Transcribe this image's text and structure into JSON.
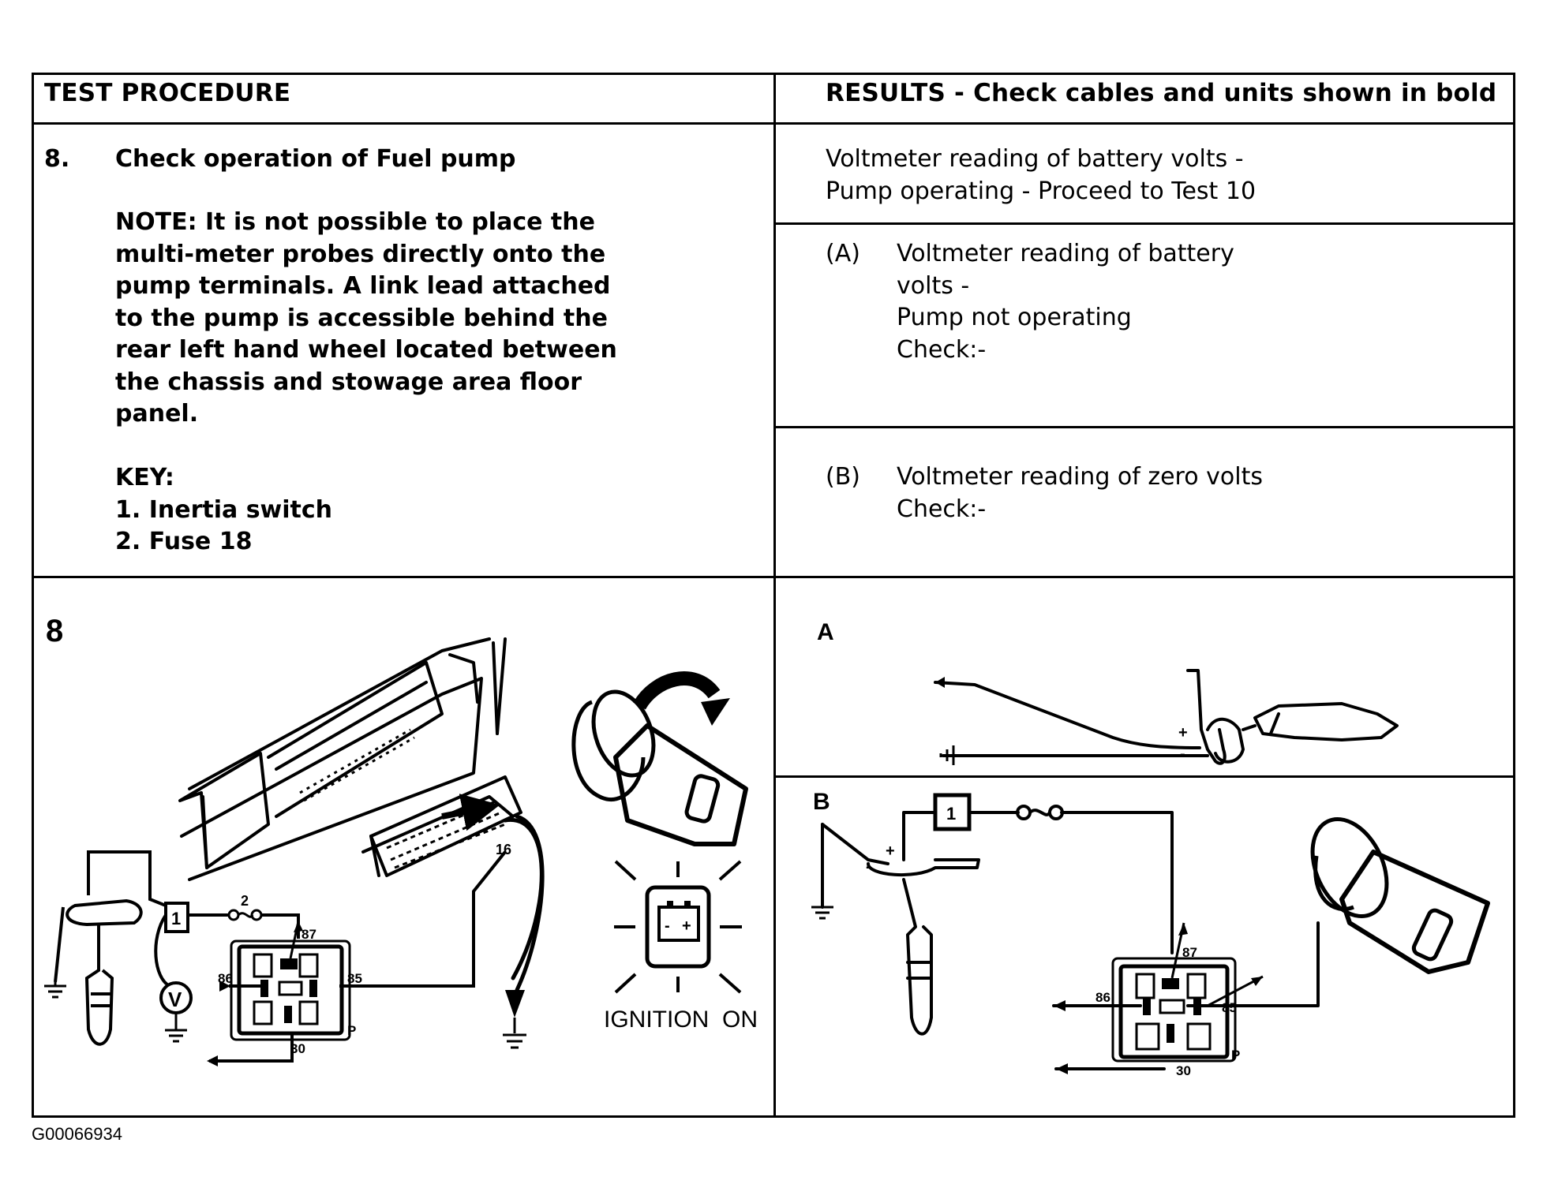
{
  "header": {
    "left": "TEST PROCEDURE",
    "right": "RESULTS - Check cables and units shown in bold"
  },
  "procedure": {
    "number": "8.",
    "title": "Check operation of Fuel pump",
    "note": [
      "NOTE: It is not possible to place the",
      "multi-meter probes directly onto the",
      "pump terminals. A link lead attached",
      "to the pump is accessible behind the",
      "rear left hand wheel located between",
      "the chassis and stowage area floor",
      "panel."
    ],
    "key_title": "KEY:",
    "key_items": [
      "1. Inertia switch",
      "2. Fuse 18"
    ]
  },
  "results": {
    "r1": [
      "Voltmeter reading of battery volts -",
      "Pump operating - Proceed to Test 10"
    ],
    "a_label": "(A)",
    "a_lines": [
      "Voltmeter reading of battery",
      "volts -",
      "Pump not operating",
      "Check:-"
    ],
    "b_label": "(B)",
    "b_lines": [
      "Voltmeter reading of zero volts",
      "Check:-"
    ]
  },
  "figures": {
    "fig8": {
      "label": "8",
      "relay_pins": [
        "87",
        "86",
        "85",
        "30",
        "P"
      ],
      "inertia": "1",
      "fuse": "2",
      "connector_pin": "16",
      "voltmeter": "V",
      "battery_plus": "+",
      "battery_minus": "-",
      "ignition": "IGNITION  ON"
    },
    "figA": {
      "label": "A",
      "plus": "+",
      "minus": "-"
    },
    "figB": {
      "label": "B",
      "inertia": "1",
      "plus": "+",
      "minus": "-",
      "relay_pins": [
        "87",
        "86",
        "85",
        "30",
        "P"
      ]
    }
  },
  "caption": "G00066934"
}
